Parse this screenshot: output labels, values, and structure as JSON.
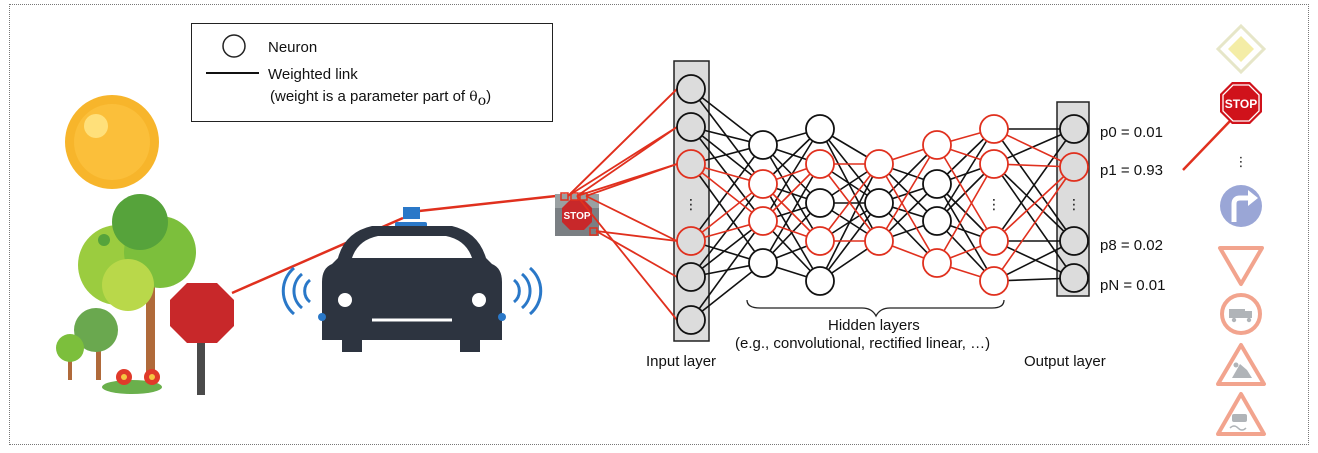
{
  "legend": {
    "neuron_label": "Neuron",
    "link_label": "Weighted link",
    "link_note_prefix": "(weight is a parameter part of ",
    "theta_symbol": "θ",
    "theta_subscript": "o",
    "link_note_suffix": ")"
  },
  "layers": {
    "input": "Input layer",
    "hidden_title": "Hidden layers",
    "hidden_examples": "(e.g., convolutional, rectified linear, …)",
    "output": "Output layer"
  },
  "outputs": [
    {
      "label": "p0 = 0.01"
    },
    {
      "label": "p1 = 0.93"
    },
    {
      "label": "p8 = 0.02"
    },
    {
      "label": "pN = 0.01"
    }
  ],
  "ellipsis": "⋮",
  "stop_sign_text": "STOP",
  "colors": {
    "activation_red": "#e0301e",
    "link_black": "#111111",
    "layer_box_fill": "#dcdcdc",
    "sun": "#f7b52b",
    "car": "#2d3440",
    "sensor_blue": "#2a78c8",
    "stop_red": "#c8282a",
    "sign_faded": "#f2a48e",
    "sign_blue": "#9aa6d6"
  },
  "icons": [
    "sun-icon",
    "tree-icon",
    "stop-sign-icon",
    "autonomous-car-icon",
    "sign-priority-road-icon",
    "sign-stop-icon",
    "sign-turn-right-icon",
    "sign-yield-icon",
    "sign-no-trucks-icon",
    "sign-road-works-icon",
    "sign-slippery-road-icon"
  ]
}
